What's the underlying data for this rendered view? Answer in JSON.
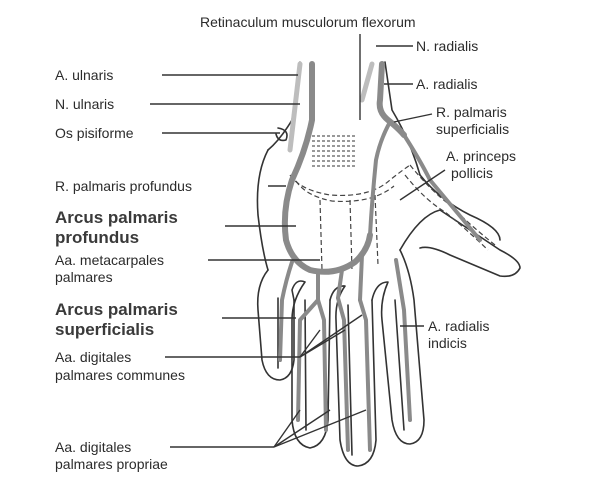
{
  "labels": {
    "retinaculum": "Retinaculum musculorum flexorum",
    "n_radialis": "N. radialis",
    "a_radialis": "A. radialis",
    "r_palmaris_superficialis_1": "R. palmaris",
    "r_palmaris_superficialis_2": "superficialis",
    "a_princeps_pollicis_1": "A. princeps",
    "a_princeps_pollicis_2": "pollicis",
    "a_ulnaris": "A. ulnaris",
    "n_ulnaris": "N. ulnaris",
    "os_pisiforme": "Os pisiforme",
    "r_palmaris_profundus": "R. palmaris profundus",
    "arcus_profundus_1": "Arcus palmaris",
    "arcus_profundus_2": "profundus",
    "aa_metacarpales_1": "Aa. metacarpales",
    "aa_metacarpales_2": "palmares",
    "arcus_superficialis_1": "Arcus palmaris",
    "arcus_superficialis_2": "superficialis",
    "a_radialis_indicis_1": "A. radialis",
    "a_radialis_indicis_2": "indicis",
    "aa_digitales_communes_1": "Aa. digitales",
    "aa_digitales_communes_2": "palmares communes",
    "aa_digitales_propriae_1": "Aa. digitales",
    "aa_digitales_propriae_2": "palmares propriae"
  },
  "colors": {
    "artery": "#8a8a8a",
    "outline": "#333333",
    "text": "#2b2b2b"
  }
}
